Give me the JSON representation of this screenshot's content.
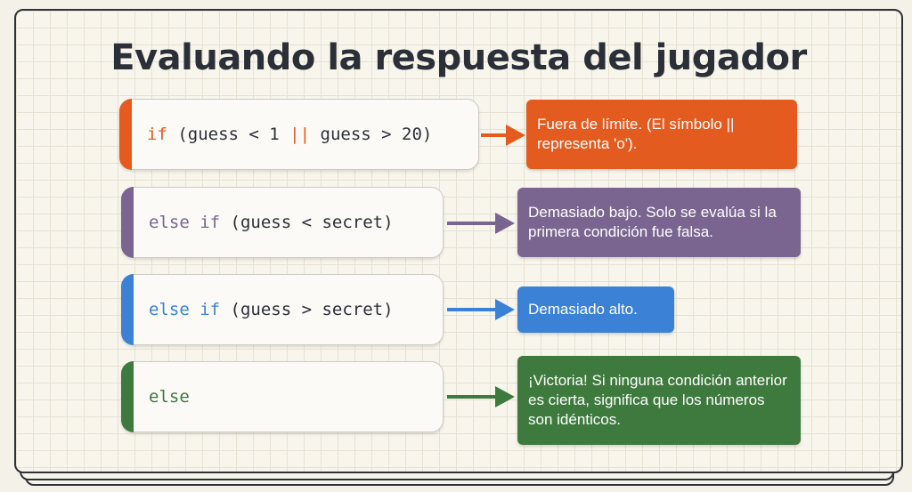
{
  "title": "Evaluando la respuesta del jugador",
  "colors": {
    "orange": "#e35b1f",
    "purple": "#7a6590",
    "blue": "#3b82d6",
    "green": "#3e7a3e"
  },
  "rows": [
    {
      "code": [
        {
          "text": "if",
          "role": "keyword"
        },
        {
          "text": " (guess < 1 ",
          "role": "plain"
        },
        {
          "text": "||",
          "role": "keyword"
        },
        {
          "text": " guess > 20)",
          "role": "plain"
        }
      ],
      "result": "Fuera de límite. (El símbolo || representa 'o')."
    },
    {
      "code": [
        {
          "text": "else if",
          "role": "keyword"
        },
        {
          "text": " (guess < secret)",
          "role": "plain"
        }
      ],
      "result": "Demasiado bajo. Solo se evalúa si la primera condición fue falsa."
    },
    {
      "code": [
        {
          "text": "else if",
          "role": "keyword"
        },
        {
          "text": " (guess > secret)",
          "role": "plain"
        }
      ],
      "result": "Demasiado alto."
    },
    {
      "code": [
        {
          "text": "else",
          "role": "keyword"
        }
      ],
      "result": "¡Victoria! Si ninguna condición anterior es cierta, significa que los números son idénticos."
    }
  ]
}
